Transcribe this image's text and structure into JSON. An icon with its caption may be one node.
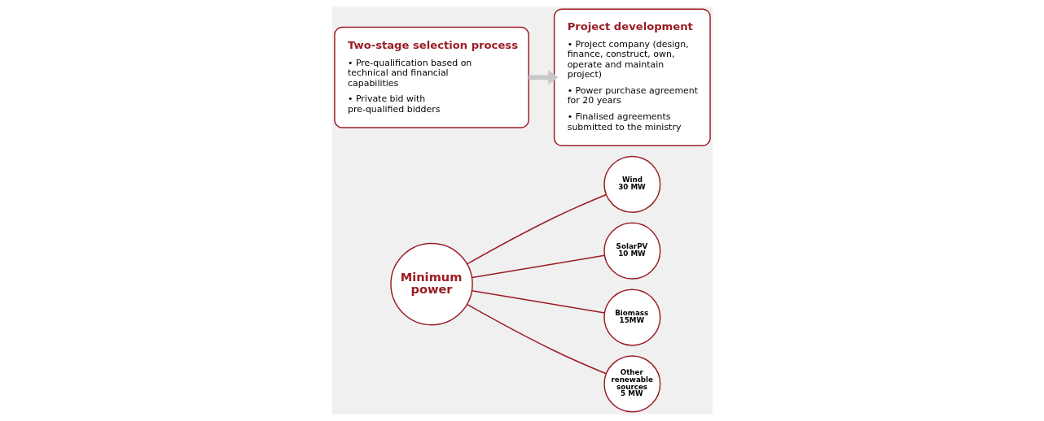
{
  "diagram": {
    "nodes": [
      {
        "text": [
          "Minimum power"
        ]
      },
      {
        "text": [
          "Wind 30 MW"
        ]
      },
      {
        "text": [
          "SolarPV 10 MW"
        ]
      },
      {
        "text": [
          "Biomass 15MW"
        ]
      },
      {
        "text": [
          "Other renewable sources 5 MW"
        ]
      },
      {
        "text": [
          "Two-stage selection process",
          "• Pre-qualification based on technical and financial capabilities",
          "• Private bid with pre-qualified bidders"
        ]
      },
      {
        "text": [
          "Project development",
          "• Project company (design, finance, construct, own, operate and maintain project)",
          "• Power purchase agreement for 20 years",
          "• Finalised agreements submitted to the ministry"
        ]
      }
    ],
    "edges": [
      {
        "from": 0,
        "to": 1,
        "arrow": "none"
      },
      {
        "from": 0,
        "to": 2,
        "arrow": "none"
      },
      {
        "from": 0,
        "to": 3,
        "arrow": "none"
      },
      {
        "from": 0,
        "to": 4,
        "arrow": "none"
      },
      {
        "from": 5,
        "to": 6,
        "arrow": "to",
        "style": "thick",
        "color": "#c8c8c8"
      }
    ]
  }
}
